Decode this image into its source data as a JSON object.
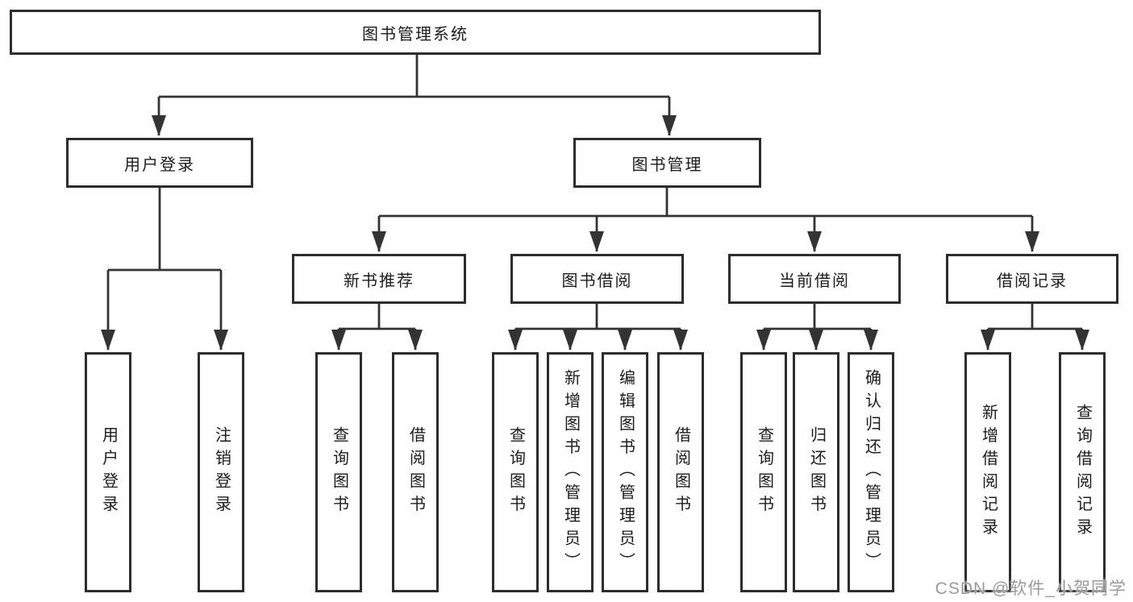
{
  "nodes": {
    "root": {
      "label": "图书管理系统"
    },
    "level2": [
      {
        "label": "用户登录"
      },
      {
        "label": "图书管理"
      }
    ],
    "level3": [
      {
        "label": "新书推荐"
      },
      {
        "label": "图书借阅"
      },
      {
        "label": "当前借阅"
      },
      {
        "label": "借阅记录"
      }
    ],
    "leaves": [
      {
        "label": "用户登录"
      },
      {
        "label": "注销登录"
      },
      {
        "label": "查询图书"
      },
      {
        "label": "借阅图书"
      },
      {
        "label": "查询图书"
      },
      {
        "label": "新增图书（管理员）"
      },
      {
        "label": "编辑图书（管理员）"
      },
      {
        "label": "借阅图书"
      },
      {
        "label": "查询图书"
      },
      {
        "label": "归还图书"
      },
      {
        "label": "确认归还（管理员）"
      },
      {
        "label": "新增借阅记录"
      },
      {
        "label": "查询借阅记录"
      }
    ]
  },
  "watermark": {
    "text": "CSDN @软件_小贺同学"
  },
  "colors": {
    "line": "#333333",
    "border": "#2d2d2d",
    "text": "#1c1c1c",
    "background": "#ffffff",
    "watermark": "#9a9a9a"
  }
}
